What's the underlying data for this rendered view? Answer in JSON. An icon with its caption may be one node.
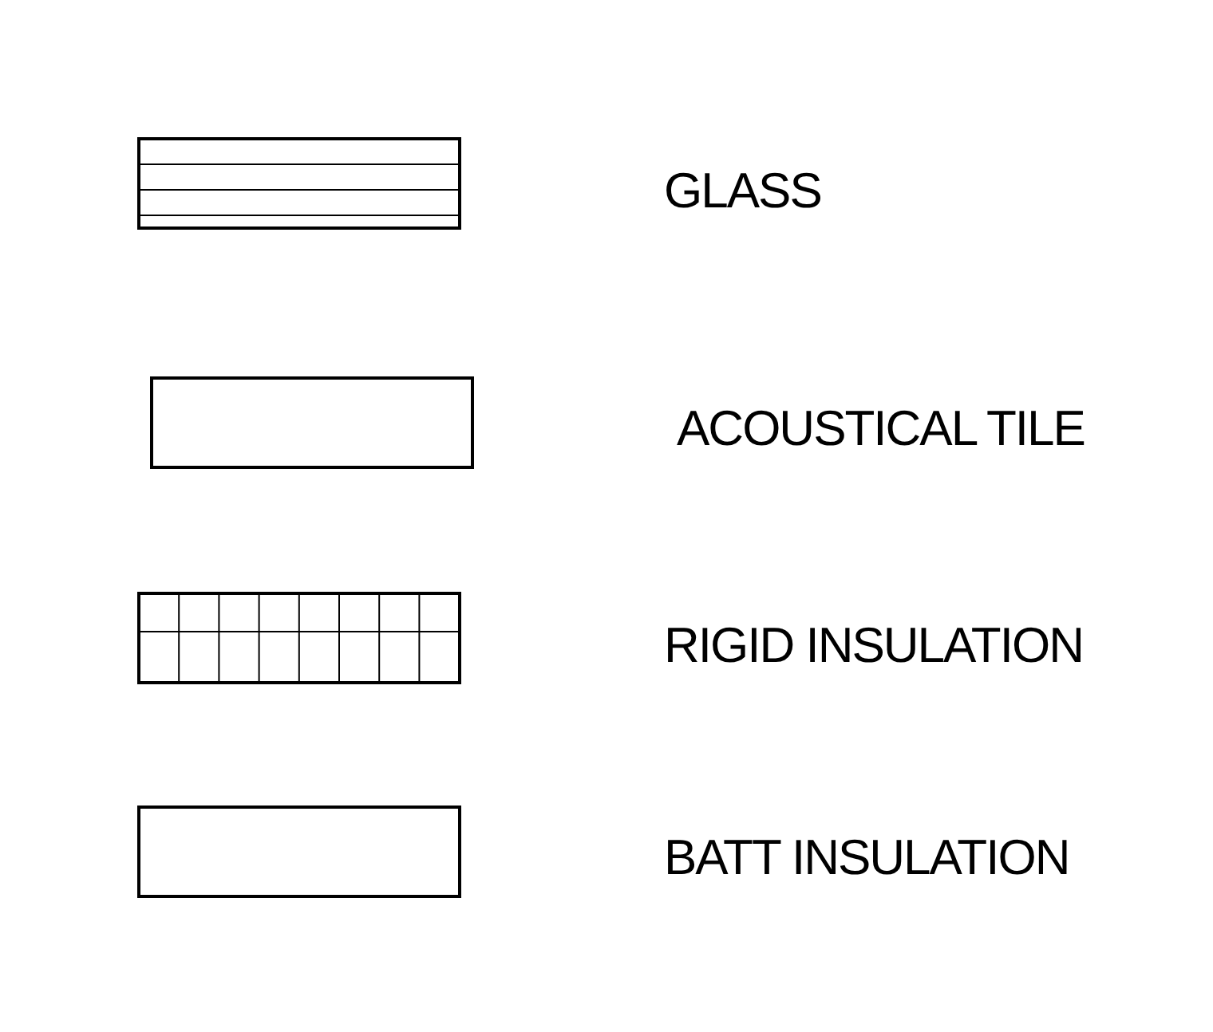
{
  "diagram": {
    "legend": [
      {
        "text": "GLASS"
      },
      {
        "text": "ACOUSTICAL TILE"
      },
      {
        "text": "RIGID INSULATION"
      },
      {
        "text": "BATT INSULATION"
      }
    ]
  }
}
